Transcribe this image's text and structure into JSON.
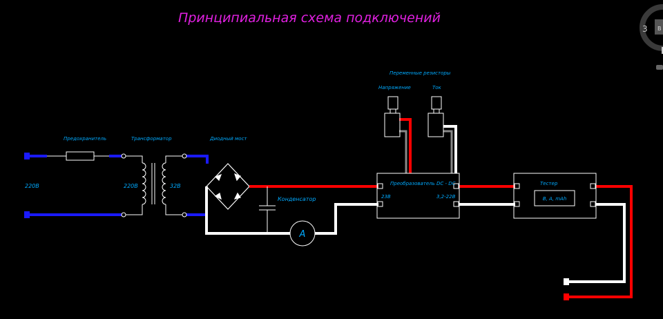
{
  "title": "Принципиальная схема подключений",
  "labels": {
    "fuse": "Предохранитель",
    "transformer": "Трансформатор",
    "diode_bridge": "Диодный мост",
    "variable_resistors": "Переменные резисторы",
    "voltage": "Напряжение",
    "current": "Ток",
    "input_220v": "220В",
    "primary_220v": "220В",
    "secondary_32v": "32В",
    "capacitor": "Конденсатор",
    "ammeter": "А",
    "converter": "Преобразователь DC - DC",
    "converter_in": "23В",
    "converter_out": "3,2-22В",
    "tester": "Тестер",
    "tester_display": "В, А, mAh"
  },
  "nav": {
    "number": "3",
    "letter": "В"
  },
  "colors": {
    "title": "#e020e0",
    "label": "#00aaff",
    "wire_blue": "#1a1aff",
    "wire_red": "#ff0000",
    "wire_white": "#ffffff",
    "component": "#ffffff"
  }
}
